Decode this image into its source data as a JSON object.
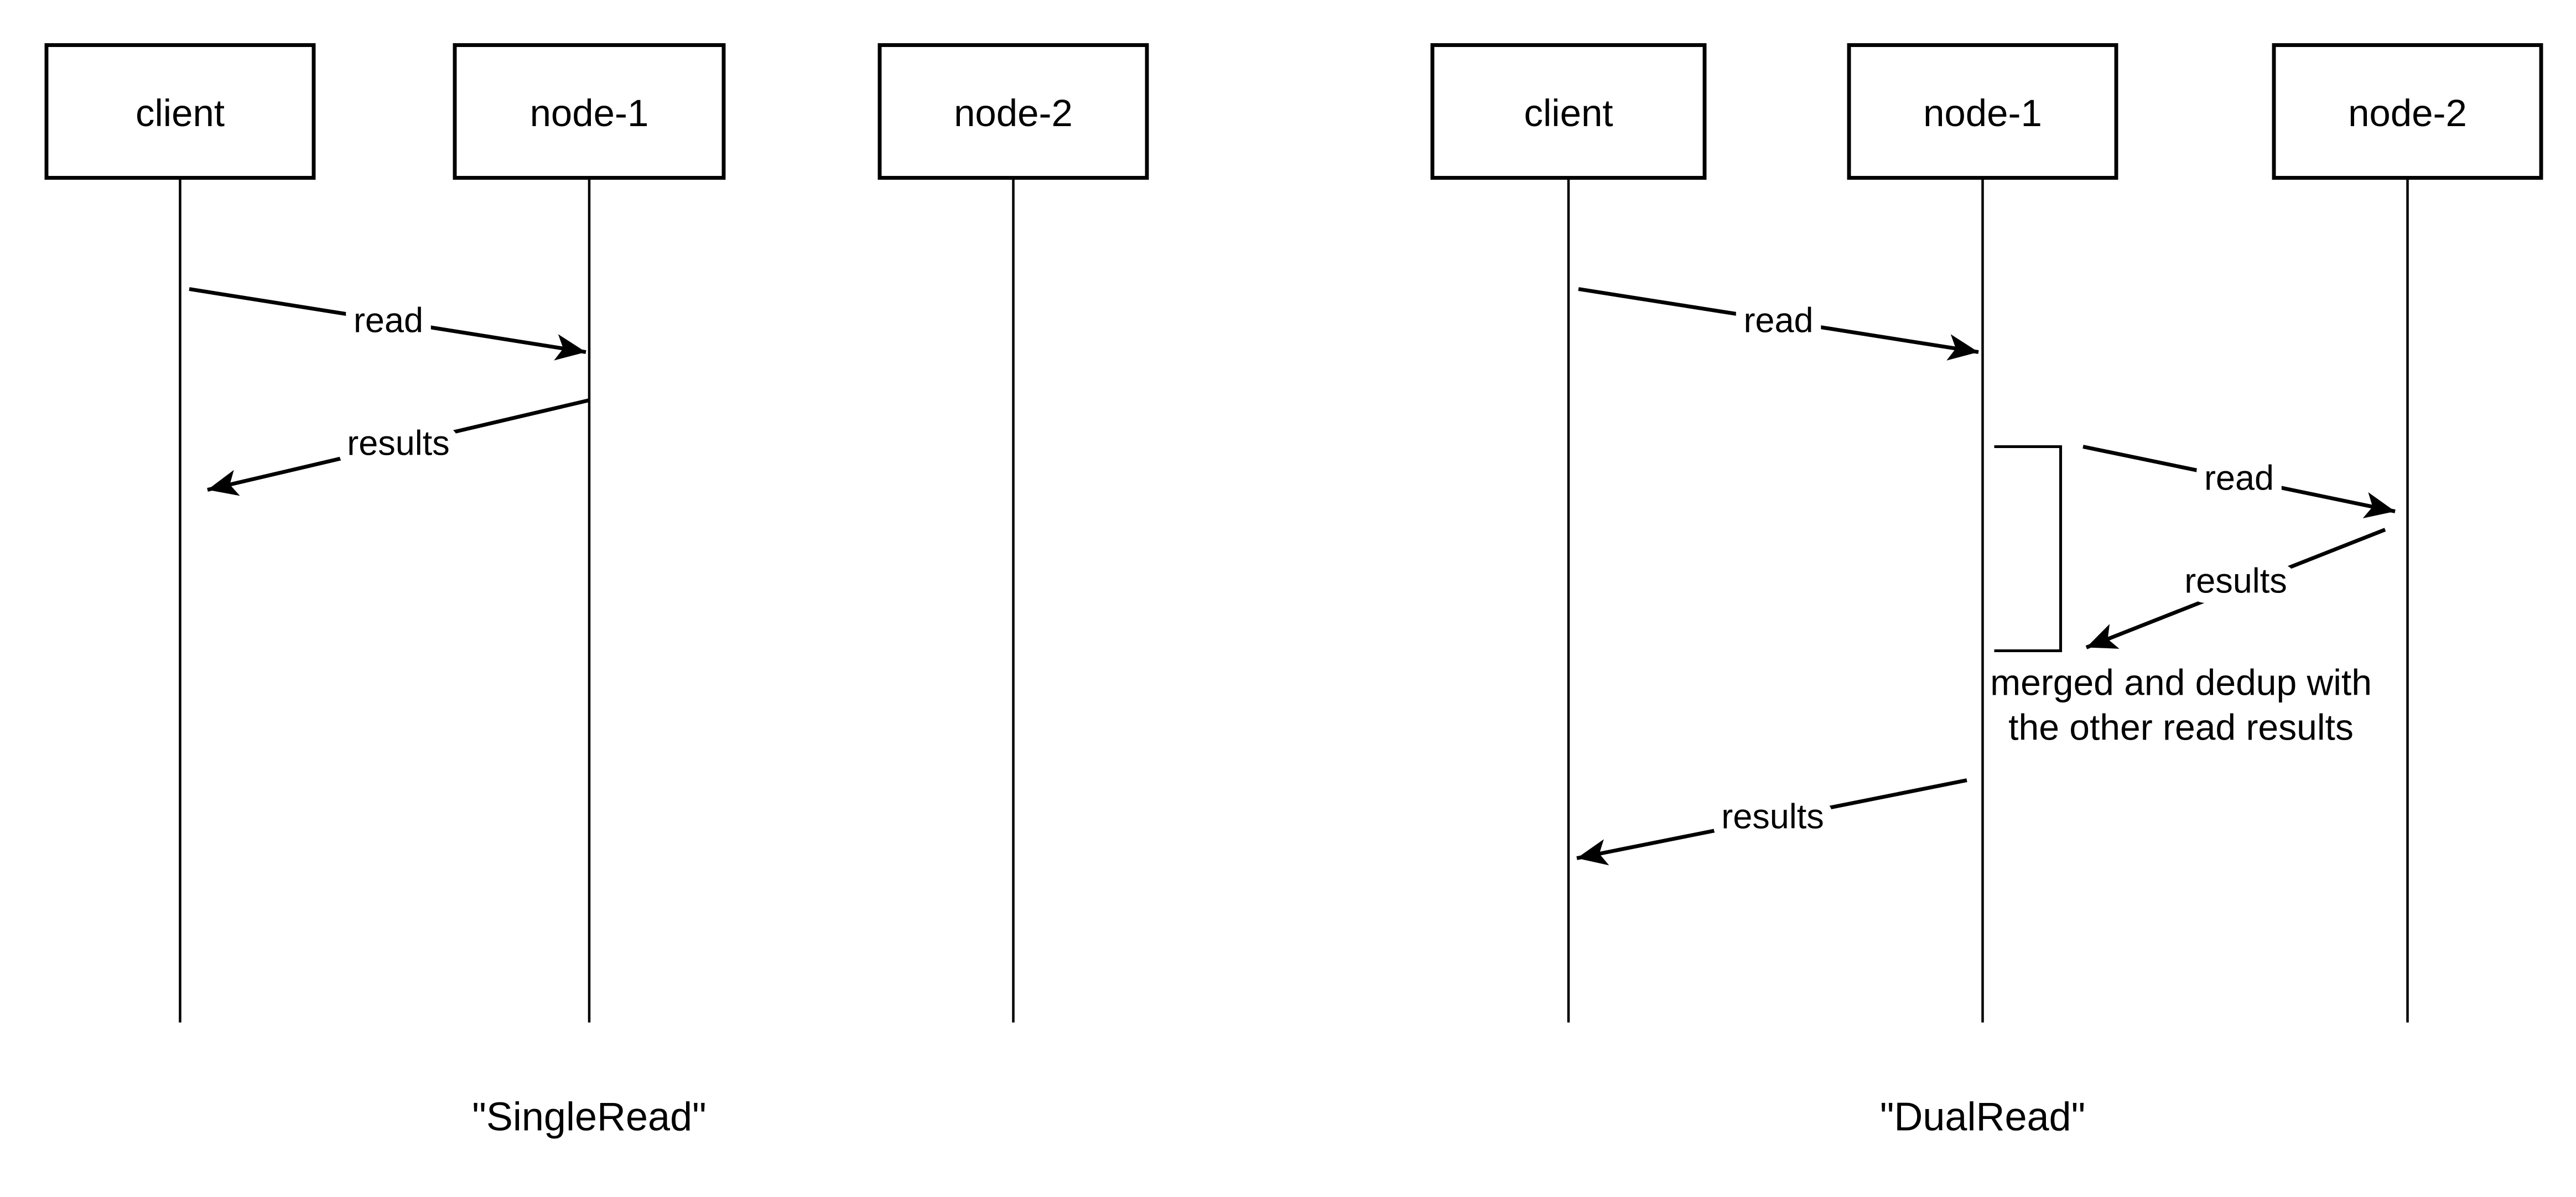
{
  "page": {
    "background_color": "#ffffff",
    "ink_color": "#000000"
  },
  "diagrams": [
    {
      "caption": "\"SingleRead\"",
      "actors": [
        {
          "label": "client"
        },
        {
          "label": "node-1"
        },
        {
          "label": "node-2"
        }
      ],
      "messages": [
        {
          "label": "read",
          "from": "client",
          "to": "node-1"
        },
        {
          "label": "results",
          "from": "node-1",
          "to": "client"
        }
      ]
    },
    {
      "caption": "\"DualRead\"",
      "actors": [
        {
          "label": "client"
        },
        {
          "label": "node-1"
        },
        {
          "label": "node-2"
        }
      ],
      "messages": [
        {
          "label": "read",
          "from": "client",
          "to": "node-1"
        },
        {
          "label": "read",
          "from": "node-1",
          "to": "node-2"
        },
        {
          "label": "results",
          "from": "node-2",
          "to": "node-1"
        },
        {
          "label": "results",
          "from": "node-1",
          "to": "client"
        }
      ],
      "note": {
        "line1": "merged and dedup with",
        "line2": "the other read results"
      }
    }
  ]
}
